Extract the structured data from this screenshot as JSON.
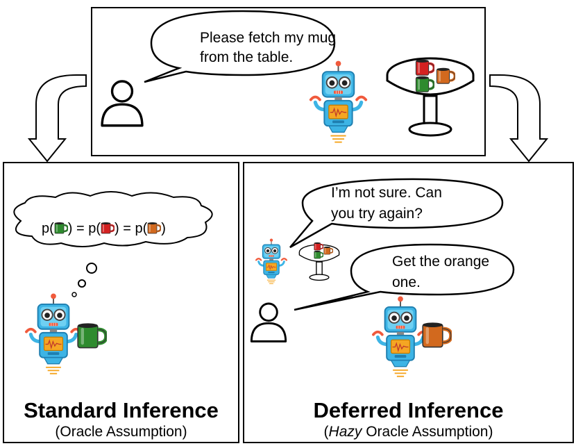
{
  "top_scene": {
    "speech_line1": "Please fetch my mug",
    "speech_line2": "from the table."
  },
  "standard_panel": {
    "thought_text_prefix": "p(",
    "thought_text_sep": ") = p(",
    "thought_text_suffix": ")",
    "title": "Standard Inference",
    "subtitle": "(Oracle Assumption)"
  },
  "deferred_panel": {
    "robot_speech_line1": "I’m not sure. Can",
    "robot_speech_line2": "you try again?",
    "human_speech_line1": "Get the orange",
    "human_speech_line2": "one.",
    "title": "Deferred Inference",
    "subtitle_open": "(",
    "subtitle_italic": "Hazy",
    "subtitle_rest": " Oracle Assumption)"
  },
  "colors": {
    "mug_red": "#d42121",
    "mug_green": "#2e8b2e",
    "mug_orange": "#d2691e",
    "robot_body": "#3db4e5",
    "robot_dark": "#1f7fb0",
    "robot_accent": "#f05a3c",
    "robot_screen": "#f5a623"
  }
}
